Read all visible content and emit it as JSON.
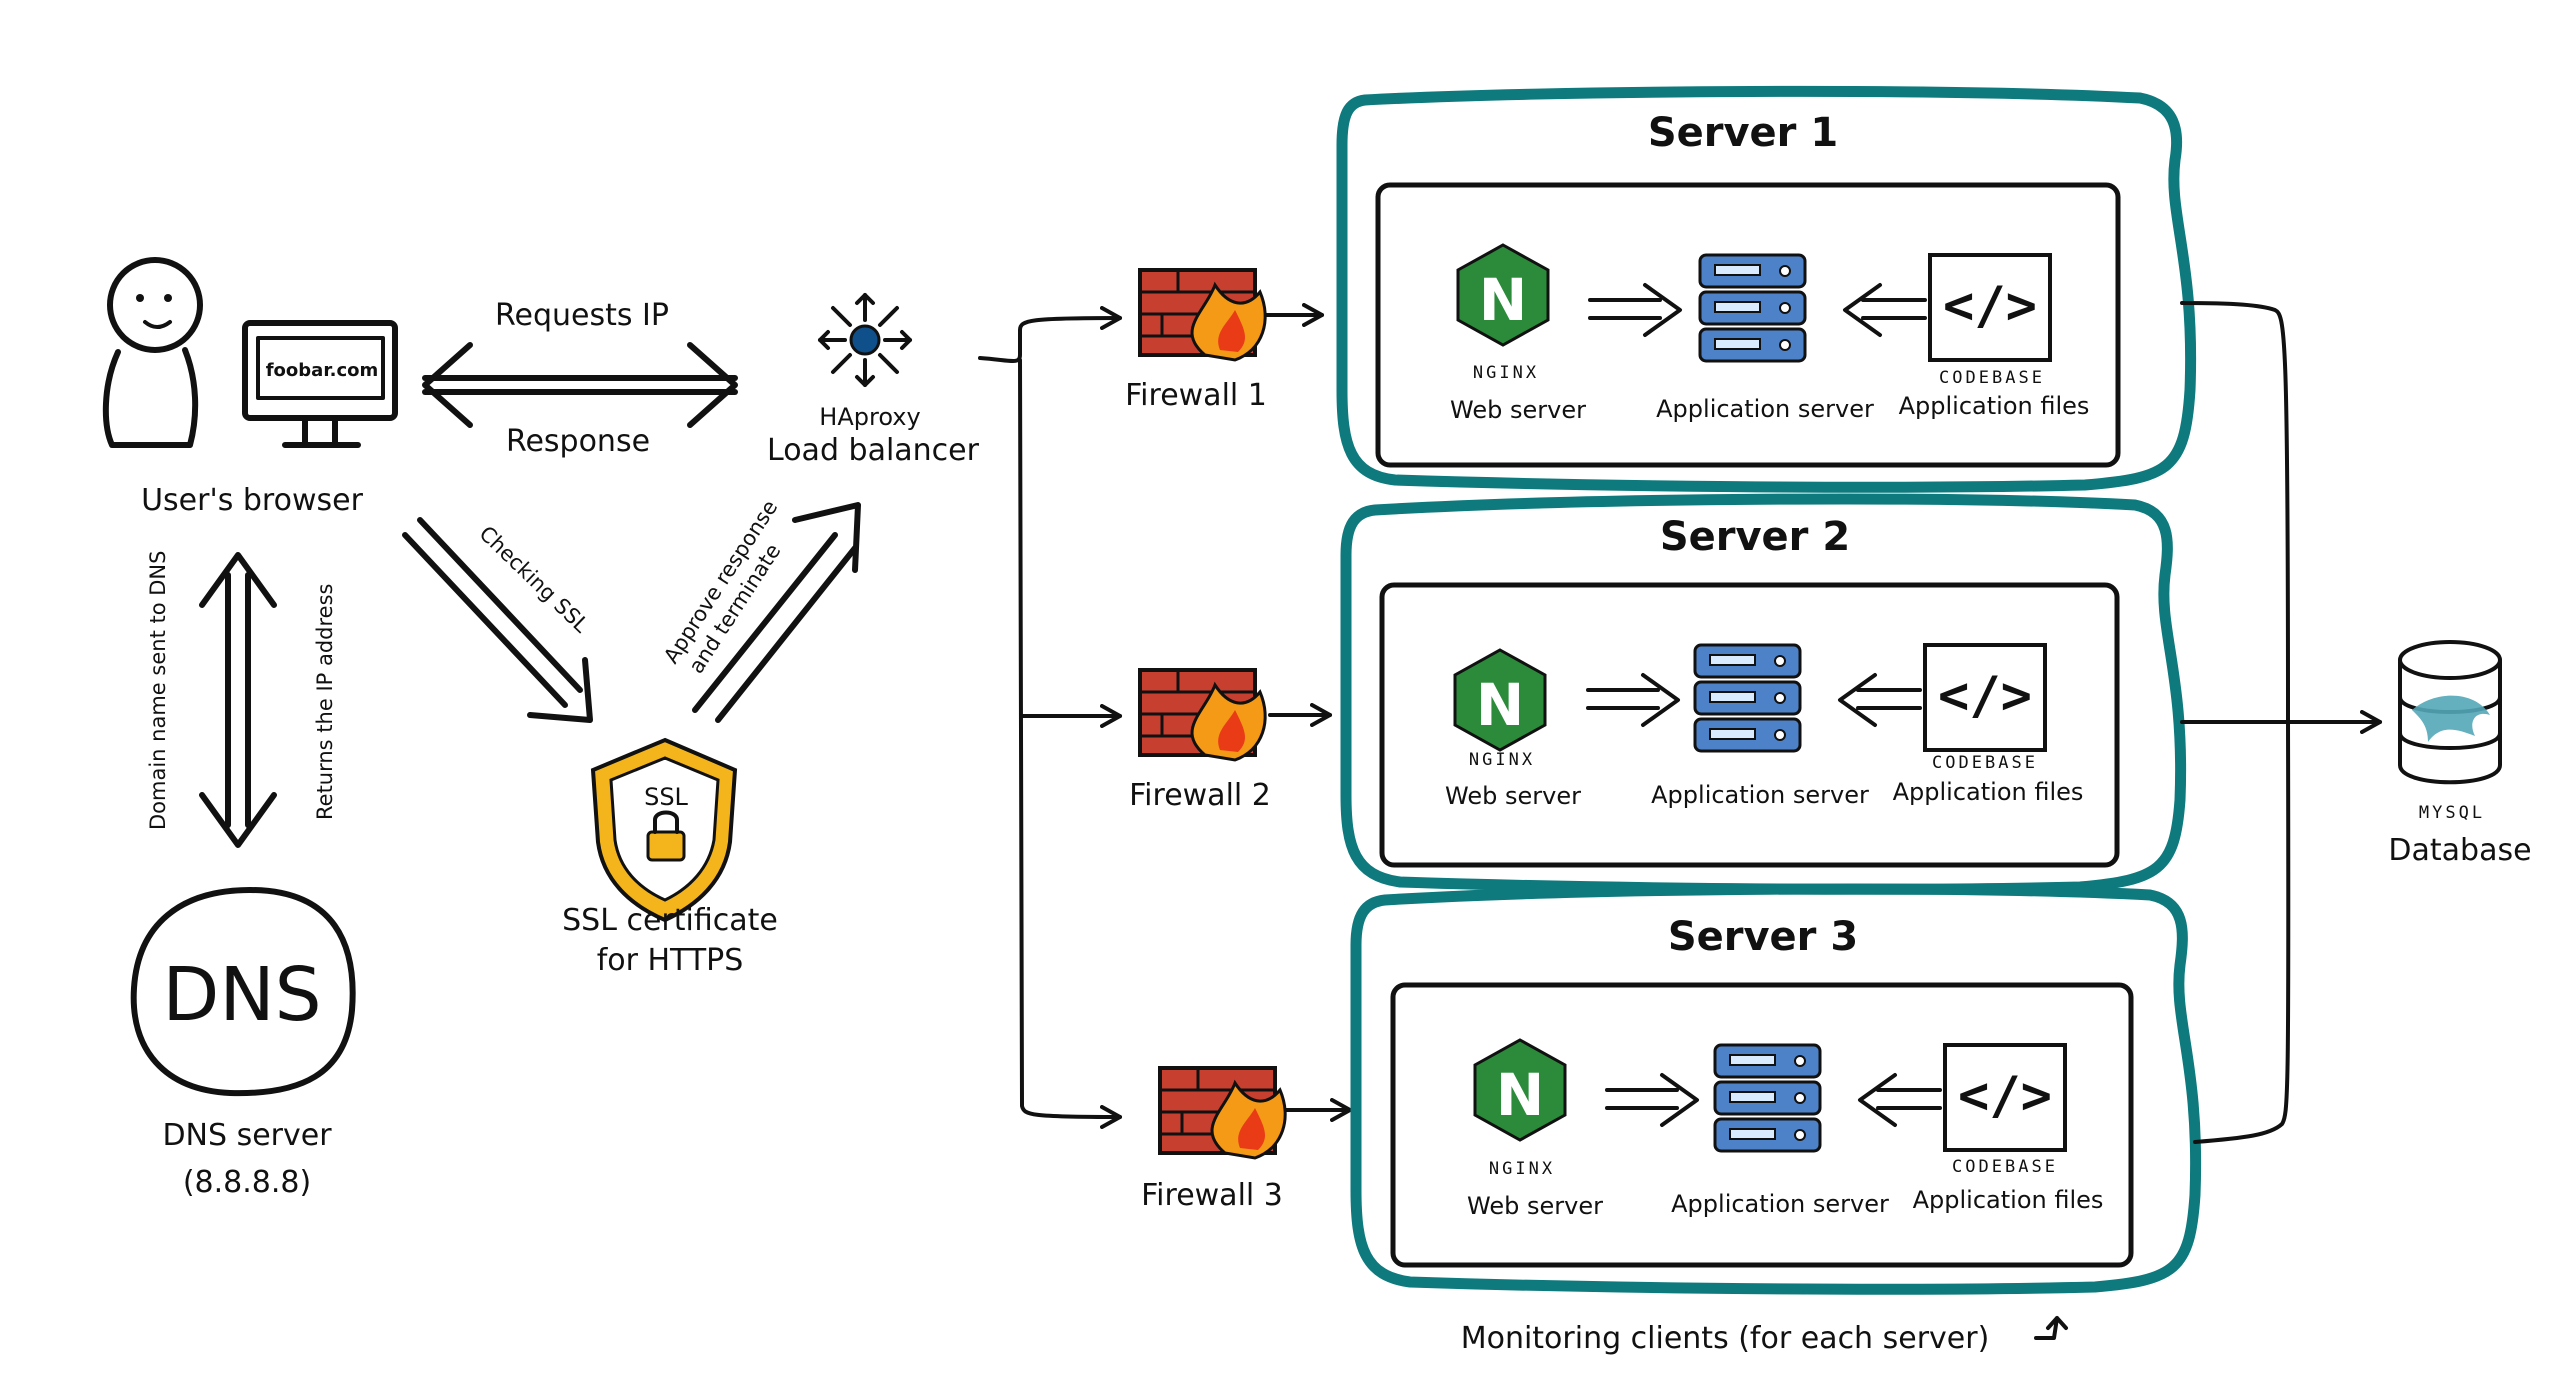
{
  "colors": {
    "server_border": "#0f7a7d",
    "nginx_green": "#2b8b3a",
    "app_server_blue": "#4d82c9",
    "firewall_red": "#c7402f",
    "flame_orange": "#f59a16",
    "ssl_yellow": "#f3b51b",
    "database_blue": "#54a7b8"
  },
  "icons": {
    "user": "person-icon",
    "browser": "monitor-icon",
    "dns": "dns-circle-icon",
    "load_balancer": "load-balancer-icon",
    "ssl": "ssl-shield-icon",
    "firewall": "firewall-icon",
    "web_server": "nginx-icon",
    "app_server": "server-stack-icon",
    "codebase": "code-icon",
    "database": "mysql-database-icon"
  },
  "left": {
    "browser_screen_text": "foobar.com",
    "users_browser_label": "User's browser",
    "requests_ip_label": "Requests IP",
    "response_label": "Response",
    "domain_name_sent_label": "Domain name sent to DNS",
    "returns_ip_label": "Returns the IP address",
    "dns_text": "DNS",
    "dns_server_label": "DNS server",
    "dns_address": "(8.8.8.8)",
    "checking_ssl_label": "Checking SSL",
    "approve_response_label": "Approve response",
    "and_terminate_label": "and terminate",
    "ssl_text": "SSL",
    "ssl_certificate_label": "SSL certificate",
    "ssl_https_label": "for HTTPS",
    "haproxy_label": "HAproxy",
    "load_balancer_label": "Load balancer"
  },
  "firewalls": [
    {
      "label": "Firewall 1"
    },
    {
      "label": "Firewall 2"
    },
    {
      "label": "Firewall 3"
    }
  ],
  "servers": [
    {
      "title": "Server 1",
      "nginx_brand": "NGINX",
      "nginx_letter": "N",
      "web_server_label": "Web server",
      "app_server_label": "Application server",
      "codebase_label": "CODEBASE",
      "code_symbol": "</>",
      "application_files_label": "Application files"
    },
    {
      "title": "Server 2",
      "nginx_brand": "NGINX",
      "nginx_letter": "N",
      "web_server_label": "Web server",
      "app_server_label": "Application server",
      "codebase_label": "CODEBASE",
      "code_symbol": "</>",
      "application_files_label": "Application files"
    },
    {
      "title": "Server 3",
      "nginx_brand": "NGINX",
      "nginx_letter": "N",
      "web_server_label": "Web server",
      "app_server_label": "Application server",
      "codebase_label": "CODEBASE",
      "code_symbol": "</>",
      "application_files_label": "Application files"
    }
  ],
  "database": {
    "mysql_label": "MYSQL",
    "database_label": "Database"
  },
  "monitoring_label": "Monitoring clients (for each server)"
}
